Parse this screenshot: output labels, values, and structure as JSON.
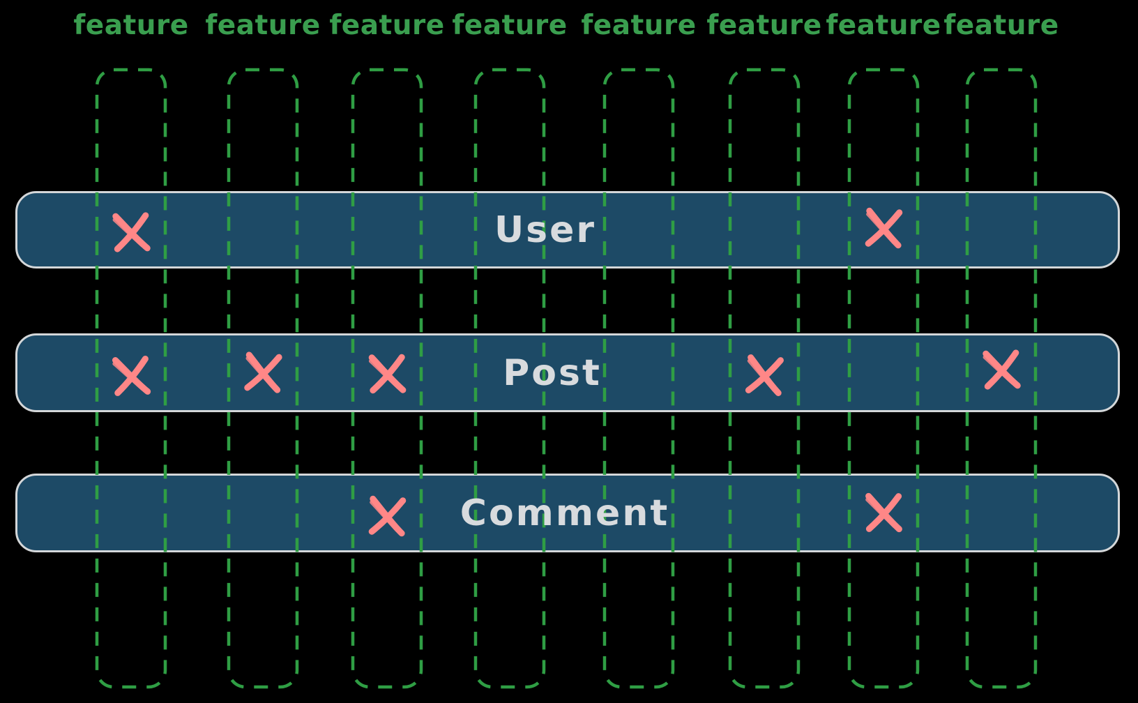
{
  "diagram": {
    "description_visible_text_only": true,
    "columns": {
      "label": "feature",
      "count": 8,
      "centers_x": [
        188,
        377,
        555,
        731,
        916,
        1096,
        1267,
        1436
      ]
    },
    "rows": [
      {
        "label": "User",
        "marked_columns": [
          1,
          7
        ]
      },
      {
        "label": "Post",
        "marked_columns": [
          1,
          2,
          3,
          6,
          8
        ]
      },
      {
        "label": "Comment",
        "marked_columns": [
          3,
          7
        ]
      }
    ]
  },
  "colors": {
    "background": "#000000",
    "column_dash_green": "#2f9e44",
    "feature_label_green": "#3a9e4f",
    "row_fill_blue": "#1d4a66",
    "row_border_gray": "#d4d7d9",
    "row_label_gray": "#d8dbde",
    "x_mark_salmon": "#ff8787"
  }
}
